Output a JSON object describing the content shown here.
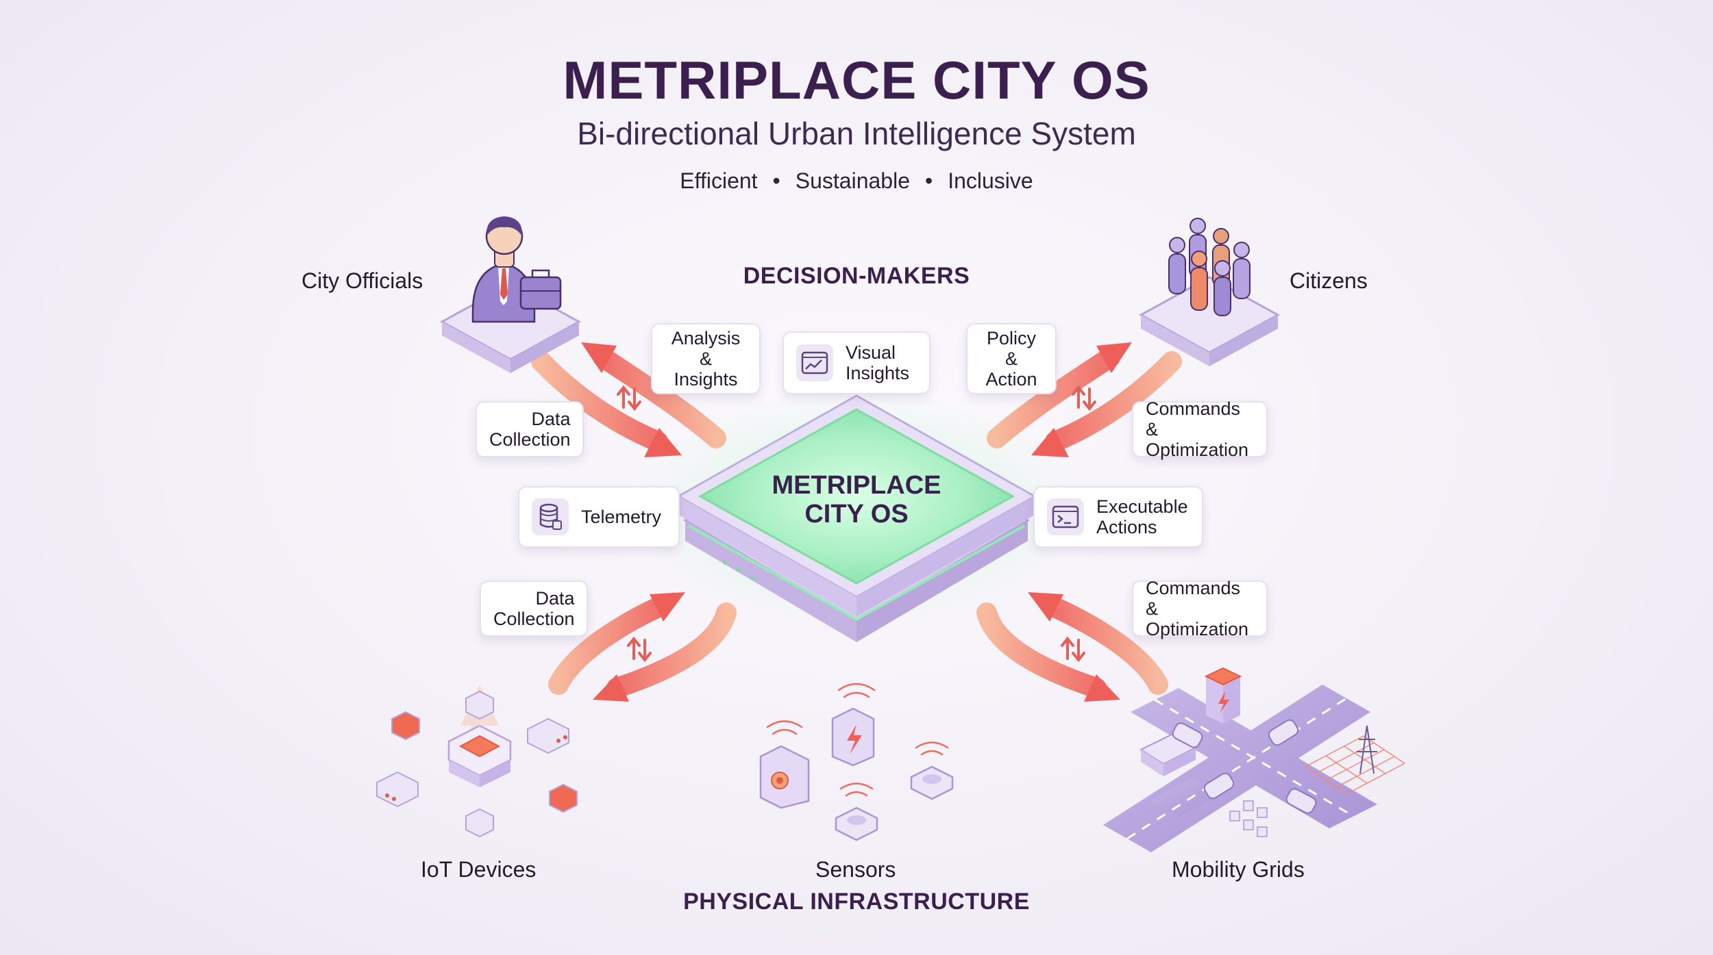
{
  "header": {
    "title": "METRIPLACE CITY OS",
    "subtitle": "Bi-directional Urban Intelligence System",
    "tags": [
      "Efficient",
      "Sustainable",
      "Inclusive"
    ]
  },
  "sections": {
    "top": "DECISION-MAKERS",
    "bottom": "PHYSICAL INFRASTRUCTURE"
  },
  "actors": {
    "city_officials": "City Officials",
    "citizens": "Citizens",
    "iot_devices": "IoT Devices",
    "sensors": "Sensors",
    "mobility_grids": "Mobility Grids"
  },
  "core": {
    "line1": "METRIPLACE",
    "line2": "CITY OS"
  },
  "cards": {
    "analysis": [
      "Analysis &",
      "Insights"
    ],
    "visual": [
      "Visual",
      "Insights"
    ],
    "policy": [
      "Policy &",
      "Action"
    ],
    "data_collection_top": [
      "Data",
      "Collection"
    ],
    "commands_top": [
      "Commands &",
      "Optimization"
    ],
    "telemetry": "Telemetry",
    "executable": [
      "Executable",
      "Actions"
    ],
    "data_collection_bottom": [
      "Data",
      "Collection"
    ],
    "commands_bottom": [
      "Commands &",
      "Optimization"
    ]
  },
  "icons": {
    "visual": "chart-window-icon",
    "telemetry": "database-icon",
    "executable": "terminal-icon",
    "exchange": "bidirectional-arrows-icon"
  },
  "colors": {
    "title": "#3a1f4f",
    "accent_purple": "#b7a3db",
    "core_glow": "#a8f0c2",
    "flow_red": "#f26a5e",
    "flow_orange": "#f6a37a"
  }
}
